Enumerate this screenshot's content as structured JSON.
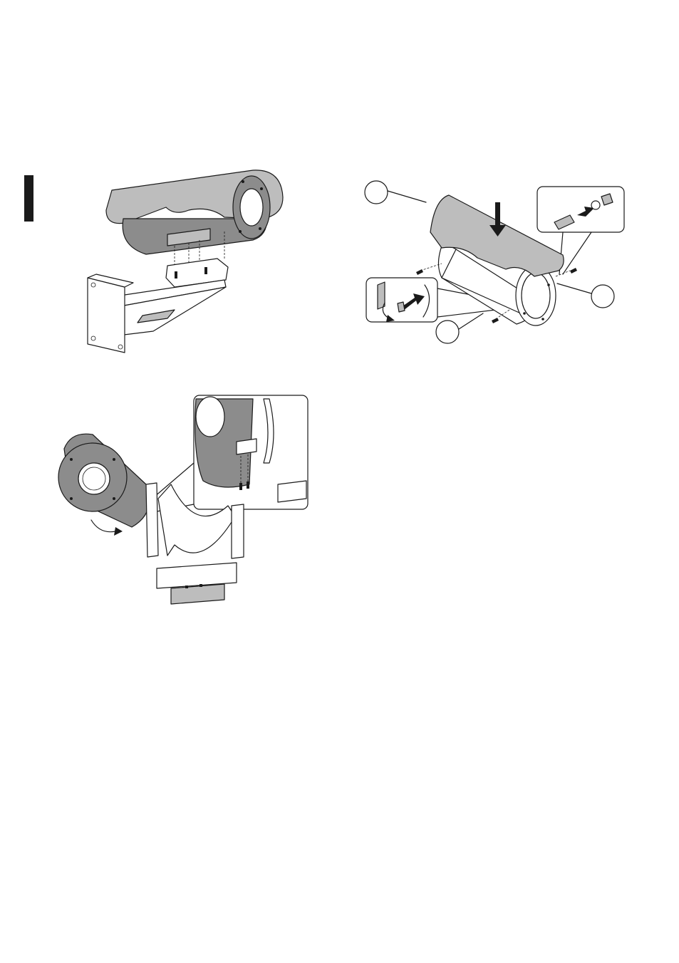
{
  "page": {
    "section_marker": "section-tab",
    "figures": [
      {
        "id": "bracket-mounting",
        "icon": "housing-on-wall-bracket"
      },
      {
        "id": "ptz-housing-fixing",
        "icon": "housing-on-pan-tilt-head"
      },
      {
        "id": "sunshield-mounting",
        "icon": "sunshield-installation"
      }
    ],
    "callouts": {
      "sunshield": "",
      "rear_flange": "",
      "screws": ""
    }
  }
}
